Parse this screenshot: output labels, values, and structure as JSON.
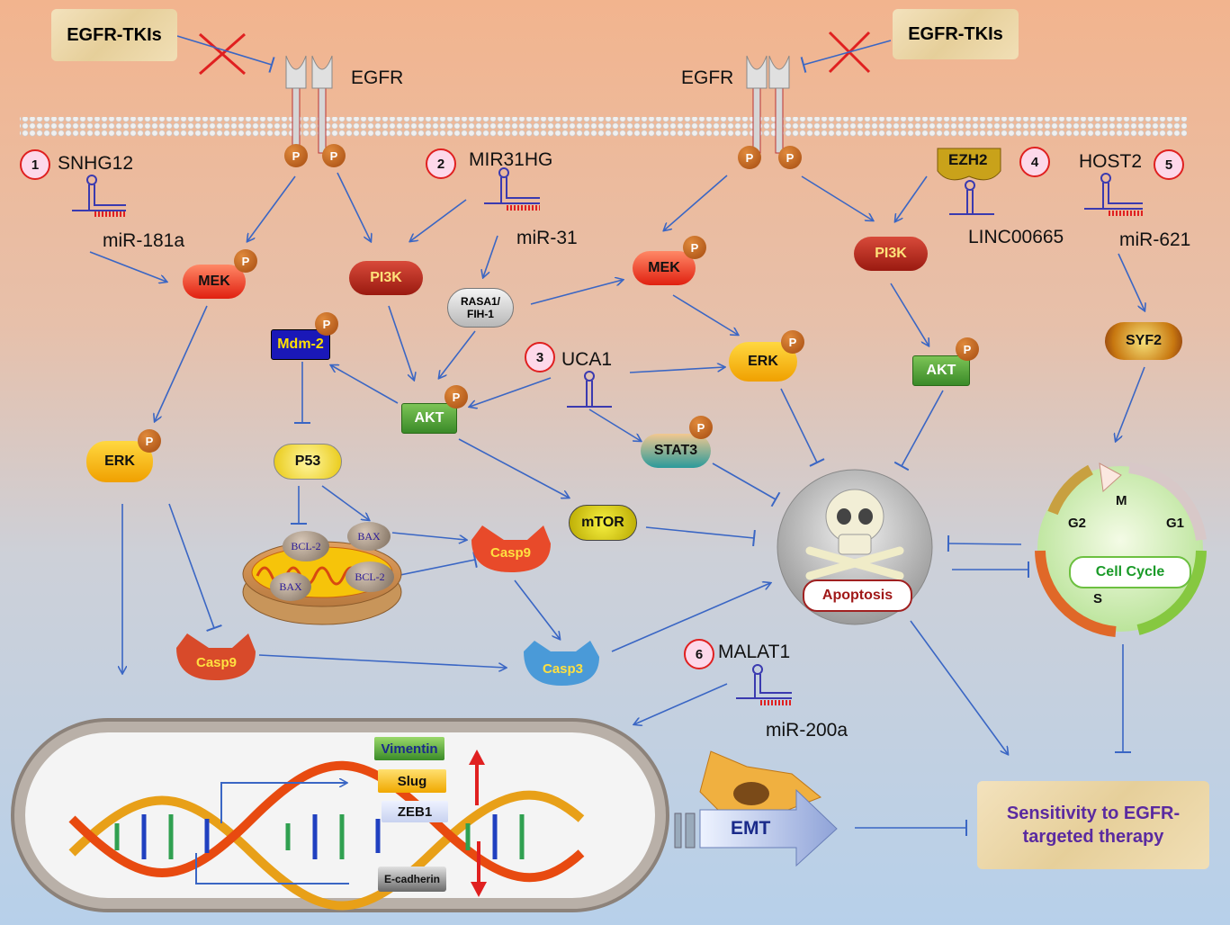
{
  "drug_left": "EGFR-TKIs",
  "drug_right": "EGFR-TKIs",
  "receptor_left": "EGFR",
  "receptor_right": "EGFR",
  "phos": "P",
  "pathways": [
    {
      "num": "1",
      "lnc": "SNHG12",
      "mir": "miR-181a"
    },
    {
      "num": "2",
      "lnc": "MIR31HG",
      "mir": "miR-31"
    },
    {
      "num": "3",
      "lnc": "UCA1"
    },
    {
      "num": "4",
      "lnc": "LINC00665",
      "partner": "EZH2"
    },
    {
      "num": "5",
      "lnc": "HOST2",
      "mir": "miR-621"
    },
    {
      "num": "6",
      "lnc": "MALAT1",
      "mir": "miR-200a"
    }
  ],
  "nodes": {
    "mek1": "MEK",
    "pi3k1": "PI3K",
    "mek2": "MEK",
    "pi3k2": "PI3K",
    "rasa": "RASA1/\nFIH-1",
    "mdm2": "Mdm-2",
    "akt1": "AKT",
    "erk2": "ERK",
    "akt2": "AKT",
    "erk1": "ERK",
    "p53": "P53",
    "stat3": "STAT3",
    "mtor": "mTOR",
    "syf2": "SYF2",
    "casp9a": "Casp9",
    "casp9b": "Casp9",
    "casp3": "Casp3",
    "bcl2a": "BCL-2",
    "bcl2b": "BCL-2",
    "baxa": "BAX",
    "baxb": "BAX"
  },
  "apoptosis": "Apoptosis",
  "cell_cycle": {
    "label": "Cell Cycle",
    "g1": "G1",
    "g2": "G2",
    "s": "S",
    "m": "M"
  },
  "genes": {
    "vimentin": "Vimentin",
    "slug": "Slug",
    "zeb1": "ZEB1",
    "ecad": "E-cadherin"
  },
  "emt": "EMT",
  "outcome": "Sensitivity to EGFR-targeted therapy",
  "colors": {
    "arrow": "#3a66c4",
    "cross": "#e02020",
    "membrane": "#d8d8d8"
  }
}
